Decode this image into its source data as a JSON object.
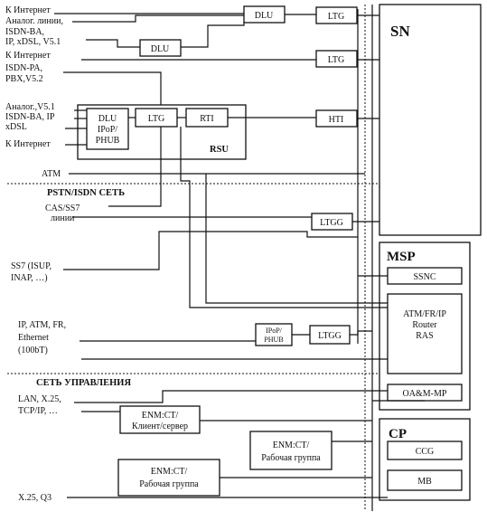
{
  "left_labels": {
    "internet_1": "К Интернет",
    "analog_1": "Аналог. линии,",
    "isdn_ba_1": "ISDN-BA,",
    "ip_xdsl_v51": "IP, xDSL, V5.1",
    "internet_2": "К Интернет",
    "isdn_pa": "ISDN-PA,",
    "pbx_v52": "PBX,V5.2",
    "analog_v51": "Аналог.,V5.1",
    "isdn_ba_ip": "ISDN-BA, IP",
    "xdsl": "xDSL",
    "internet_3": "К Интернет",
    "atm": "ATM",
    "pstn_isdn_section": "PSTN/ISDN СЕТЬ",
    "cas_ss7": "CAS/SS7",
    "lines": "линии",
    "ss7_isup": "SS7 (ISUP,",
    "inap": "INAP, …)",
    "ip_atm_fr": "IP, ATM, FR,",
    "ethernet": "Ethernet",
    "ethernet_speed": "(100bT)",
    "mgmt_section": "СЕТЬ УПРАВЛЕНИЯ",
    "lan_x25": "LAN, X.25,",
    "tcpip": "TCP/IP, …",
    "x25_q3": "X.25, Q3"
  },
  "blocks": {
    "dlu_top": "DLU",
    "ltg_top": "LTG",
    "dlu_mid": "DLU",
    "ltg_mid": "LTG",
    "rsu_dlu_1": "DLU",
    "rsu_dlu_2": "IPoP/",
    "rsu_dlu_3": "PHUB",
    "rsu_ltg": "LTG",
    "rsu_rti": "RTI",
    "rsu_label": "RSU",
    "hti": "HTI",
    "ltgg_1": "LTGG",
    "ipop_phub_1": "IPoP/",
    "ipop_phub_2": "PHUB",
    "ltgg_2": "LTGG",
    "enm_client_1": "ENM:CT/",
    "enm_client_2": "Клиент/сервер",
    "enm_wg1_1": "ENM:CT/",
    "enm_wg1_2": "Рабочая группа",
    "enm_wg2_1": "ENM:CT/",
    "enm_wg2_2": "Рабочая группа"
  },
  "core": {
    "sn": "SN",
    "msp": "MSP",
    "ssnc": "SSNC",
    "router_1": "ATM/FR/IP",
    "router_2": "Router",
    "router_3": "RAS",
    "oam": "OA&M-MP",
    "cp": "CP",
    "ccg": "CCG",
    "mb": "MB"
  }
}
